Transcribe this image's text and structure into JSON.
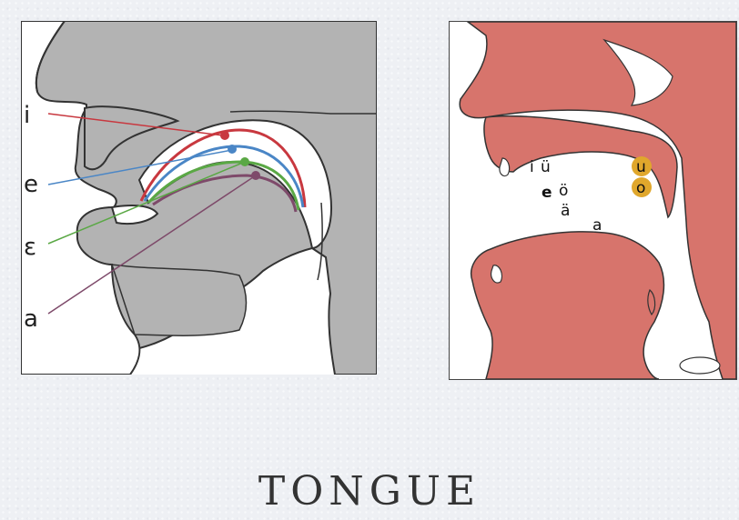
{
  "title": "TONGUE",
  "left_diagram": {
    "vowel_labels": [
      "i",
      "e",
      "ε",
      "a"
    ],
    "colors": {
      "i": "#c8383f",
      "e": "#4a86c6",
      "epsilon": "#5aa845",
      "a": "#7e4a6a",
      "tissue": "#b3b3b3"
    }
  },
  "right_diagram": {
    "vowels": [
      "i",
      "ü",
      "e",
      "ö",
      "ä",
      "a",
      "u",
      "o"
    ],
    "colors": {
      "tissue": "#d7746c",
      "highlight": "#e0a72c"
    }
  }
}
